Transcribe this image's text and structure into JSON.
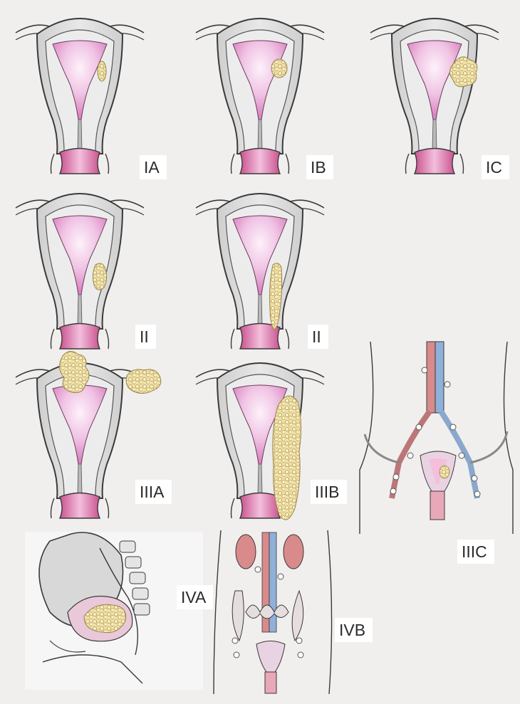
{
  "panels": [
    {
      "id": "ia",
      "label": "IA",
      "tumor": "small-wall"
    },
    {
      "id": "ib",
      "label": "IB",
      "tumor": "medium-wall"
    },
    {
      "id": "ic",
      "label": "IC",
      "tumor": "large-wall"
    },
    {
      "id": "ii-a",
      "label": "II",
      "tumor": "cervix-upper"
    },
    {
      "id": "ii-b",
      "label": "II",
      "tumor": "cervix-long"
    },
    {
      "id": "iiia",
      "label": "IIIA",
      "tumor": "serosa-adnexa"
    },
    {
      "id": "iiib",
      "label": "IIIB",
      "tumor": "vagina-extension"
    },
    {
      "id": "iiic",
      "label": "IIIC",
      "tumor": "pelvic-lymph-nodes"
    },
    {
      "id": "iva",
      "label": "IVA",
      "tumor": "bladder-bowel"
    },
    {
      "id": "ivb",
      "label": "IVB",
      "tumor": "distant-metastasis"
    }
  ],
  "colors": {
    "background": "#f0efee",
    "uterus_wall": "#dcdcdc",
    "myometrium": "#efefef",
    "cavity": "#e6a3d4",
    "cavity_center": "#fbeaf6",
    "tumor": "#ecdca0",
    "vessel_artery": "#d98a8a",
    "vessel_vein": "#8fb0d8",
    "outline": "#3a3a3a"
  }
}
